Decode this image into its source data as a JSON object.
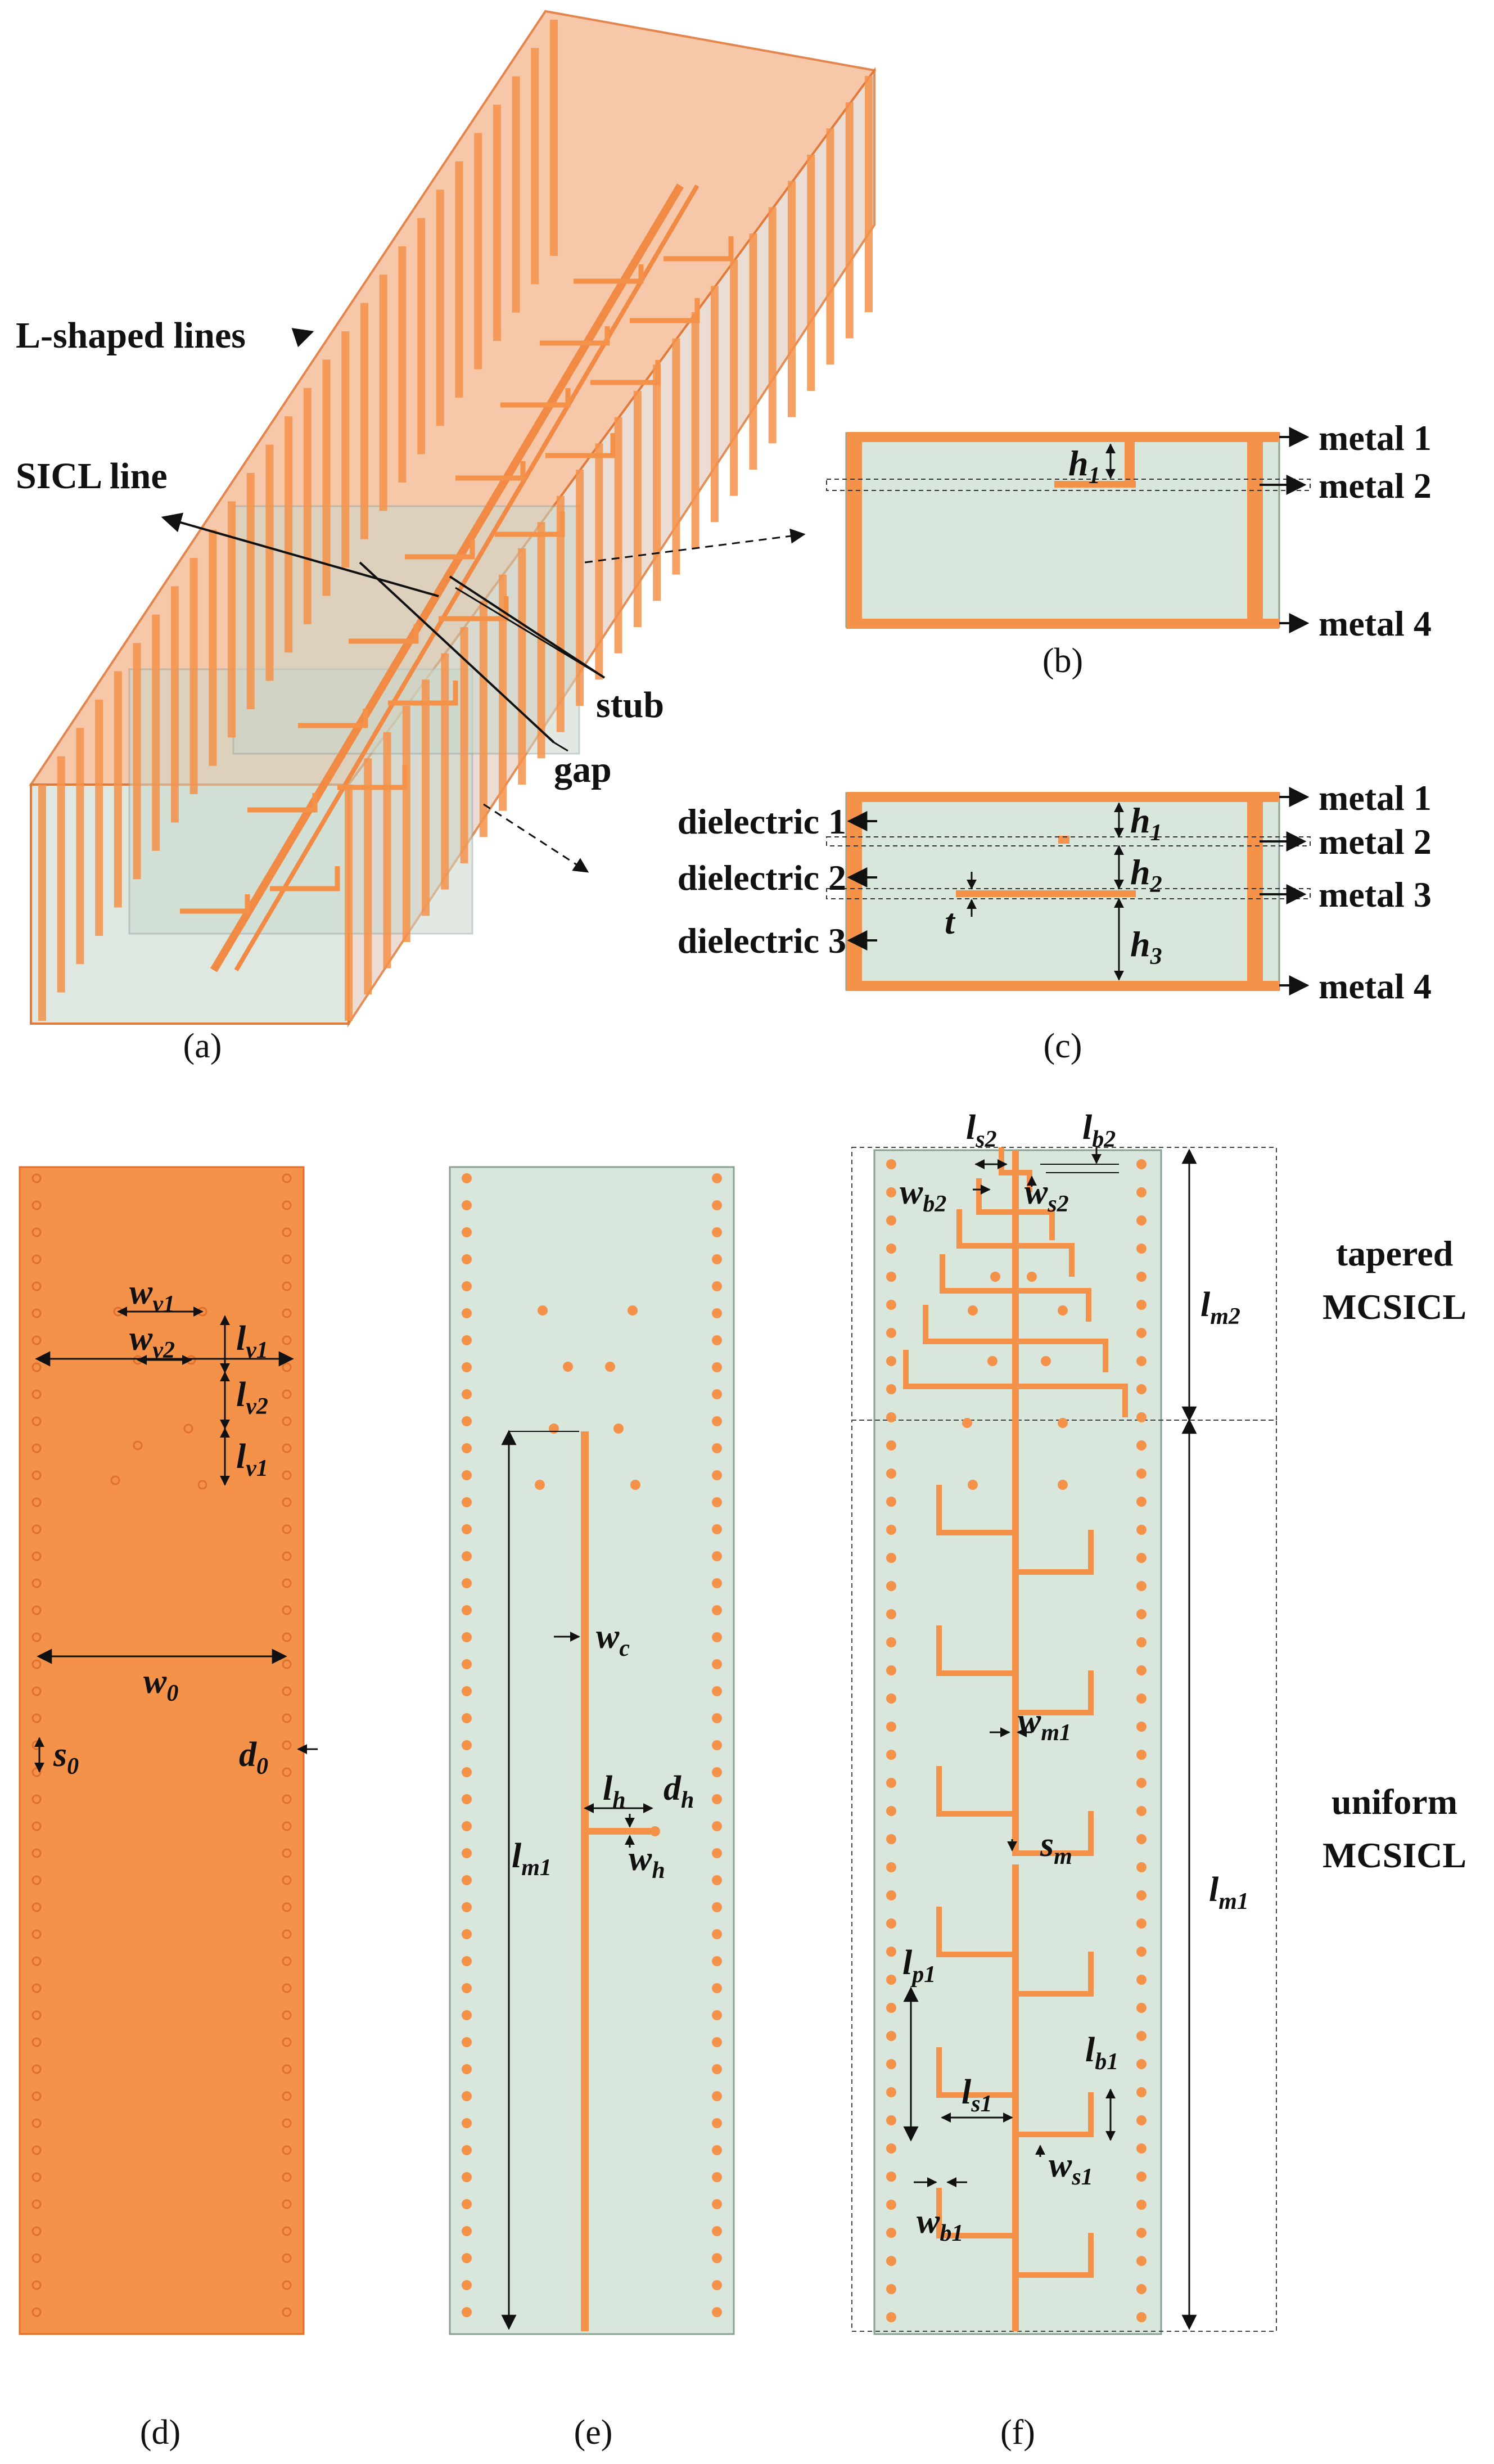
{
  "panel_a": {
    "labels": {
      "l_shaped": "L-shaped lines",
      "sicl": "SICL line",
      "stub": "stub",
      "gap": "gap"
    },
    "caption": "(a)"
  },
  "panel_b": {
    "labels": {
      "metal1": "metal 1",
      "metal2": "metal 2",
      "metal4": "metal 4",
      "h": "h",
      "h_sub": "1"
    },
    "caption": "(b)"
  },
  "panel_c": {
    "labels": {
      "metal1": "metal 1",
      "metal2": "metal 2",
      "metal3": "metal 3",
      "metal4": "metal 4",
      "diel1": "dielectric 1",
      "diel2": "dielectric 2",
      "diel3": "dielectric 3",
      "h1": "h",
      "h1_sub": "1",
      "h2": "h",
      "h2_sub": "2",
      "h3": "h",
      "h3_sub": "3",
      "t": "t"
    },
    "caption": "(c)"
  },
  "panel_d": {
    "labels": {
      "wv1": "w",
      "wv1_sub": "v1",
      "wv2": "w",
      "wv2_sub": "v2",
      "lv1a": "l",
      "lv1a_sub": "v1",
      "lv2": "l",
      "lv2_sub": "v2",
      "lv1b": "l",
      "lv1b_sub": "v1",
      "w0": "w",
      "w0_sub": "0",
      "s0": "s",
      "s0_sub": "0",
      "d0": "d",
      "d0_sub": "0"
    },
    "caption": "(d)"
  },
  "panel_e": {
    "labels": {
      "wc": "w",
      "wc_sub": "c",
      "lh": "l",
      "lh_sub": "h",
      "dh": "d",
      "dh_sub": "h",
      "wh": "w",
      "wh_sub": "h",
      "lm1": "l",
      "lm1_sub": "m1"
    },
    "caption": "(e)"
  },
  "panel_f": {
    "labels": {
      "ls2": "l",
      "ls2_sub": "s2",
      "lb2": "l",
      "lb2_sub": "b2",
      "wb2": "w",
      "wb2_sub": "b2",
      "ws2": "w",
      "ws2_sub": "s2",
      "lm2": "l",
      "lm2_sub": "m2",
      "wm1": "w",
      "wm1_sub": "m1",
      "sm": "s",
      "sm_sub": "m",
      "lp1": "l",
      "lp1_sub": "p1",
      "ls1": "l",
      "ls1_sub": "s1",
      "lb1": "l",
      "lb1_sub": "b1",
      "ws1": "w",
      "ws1_sub": "s1",
      "wb1": "w",
      "wb1_sub": "b1",
      "lm1": "l",
      "lm1_sub": "m1"
    },
    "section_tapered": [
      "tapered",
      "MCSICL"
    ],
    "section_uniform": [
      "uniform",
      "MCSICL"
    ],
    "caption": "(f)"
  },
  "colors": {
    "copper": "#f4924a",
    "copper_edge": "#e0702a",
    "dielectric": "#d8e6dc",
    "dielectric_edge": "#8aa090",
    "box_fill": "#f6c6a6"
  }
}
